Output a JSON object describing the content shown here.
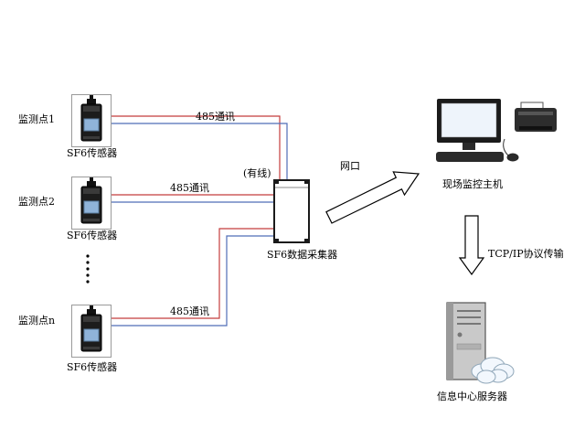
{
  "diagram": {
    "sensors": [
      {
        "point_label": "监测点1",
        "device_label": "SF6传感器"
      },
      {
        "point_label": "监测点2",
        "device_label": "SF6传感器"
      },
      {
        "point_label": "监测点n",
        "device_label": "SF6传感器"
      }
    ],
    "bus_labels": [
      "485通讯",
      "485通讯",
      "485通讯"
    ],
    "collector": {
      "label": "SF6数据采集器",
      "wired_note": "(有线)"
    },
    "network_arrow_label": "网口",
    "host_label": "现场监控主机",
    "tcp_label": "TCP/IP协议传输",
    "server_label": "信息中心服务器",
    "colors": {
      "wire_red": "#c43c3c",
      "wire_blue": "#4f6db8"
    }
  }
}
